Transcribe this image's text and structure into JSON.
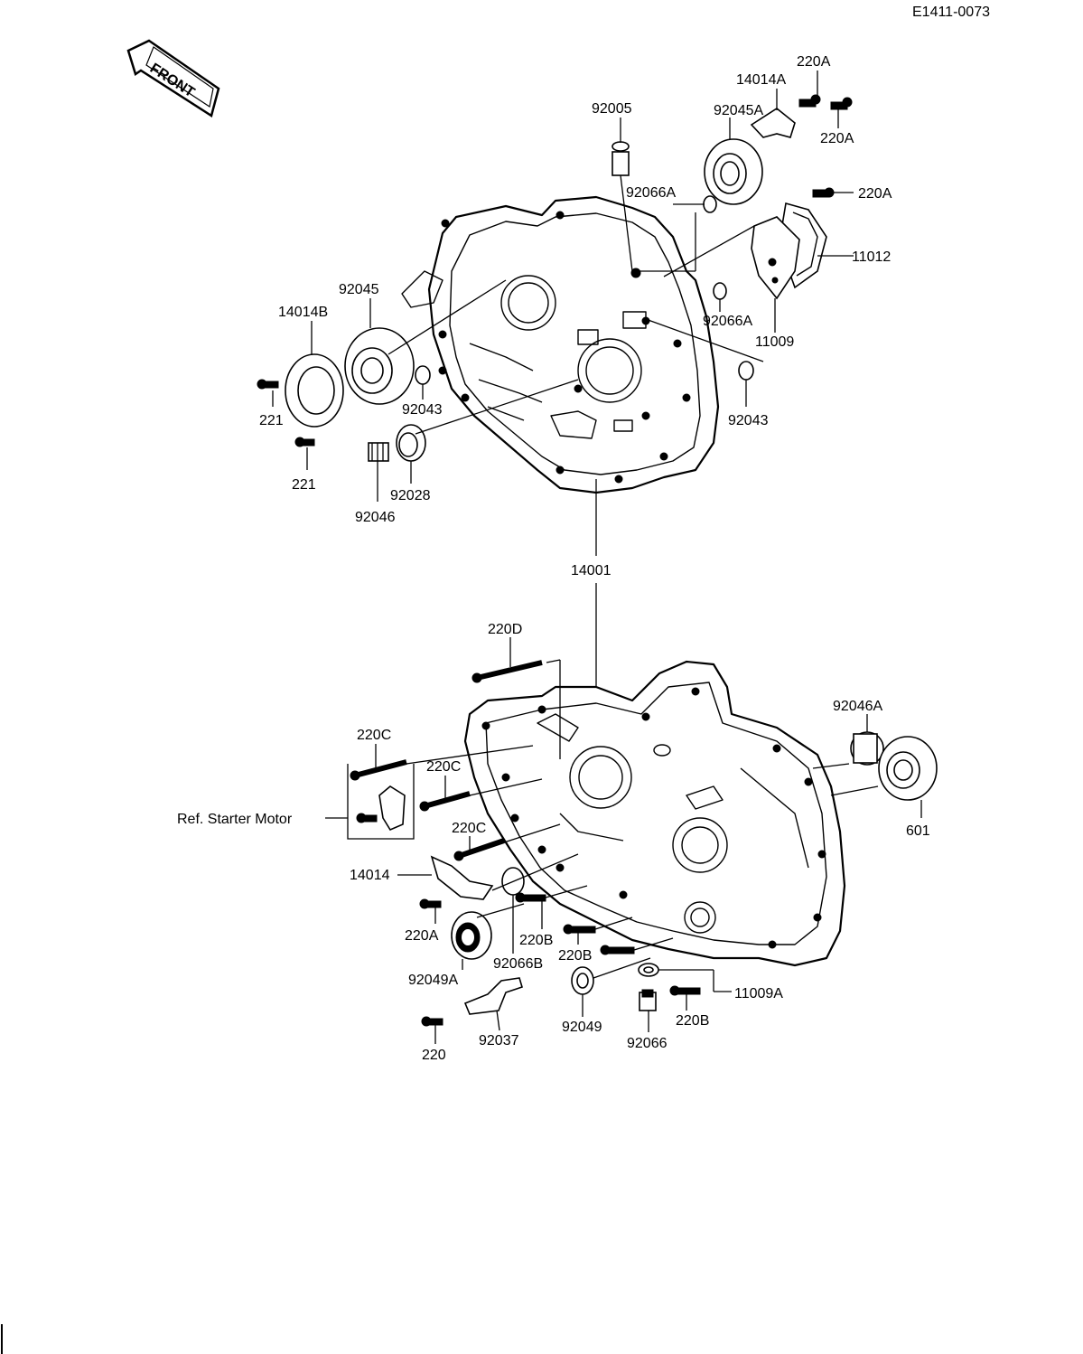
{
  "diagram_code": "E1411-0073",
  "front_label": "FRONT",
  "ref_label": "Ref. Starter Motor",
  "labels": {
    "p92005": "92005",
    "p92045A": "92045A",
    "p14014A": "14014A",
    "p220A_1": "220A",
    "p220A_2": "220A",
    "p220A_3": "220A",
    "p92066A_1": "92066A",
    "p11012": "11012",
    "p92045": "92045",
    "p14014B": "14014B",
    "p92066A_2": "92066A",
    "p11009": "11009",
    "p221_1": "221",
    "p92043_1": "92043",
    "p92043_2": "92043",
    "p221_2": "221",
    "p92028": "92028",
    "p92046": "92046",
    "p14001": "14001",
    "p220D": "220D",
    "p92046A": "92046A",
    "p220C_1": "220C",
    "p220C_2": "220C",
    "p220C_3": "220C",
    "p601": "601",
    "p14014": "14014",
    "p220A_4": "220A",
    "p220B_1": "220B",
    "p92066B": "92066B",
    "p220B_2": "220B",
    "p92049A": "92049A",
    "p11009A": "11009A",
    "p92037": "92037",
    "p92049": "92049",
    "p220B_3": "220B",
    "p92066": "92066",
    "p220": "220"
  }
}
